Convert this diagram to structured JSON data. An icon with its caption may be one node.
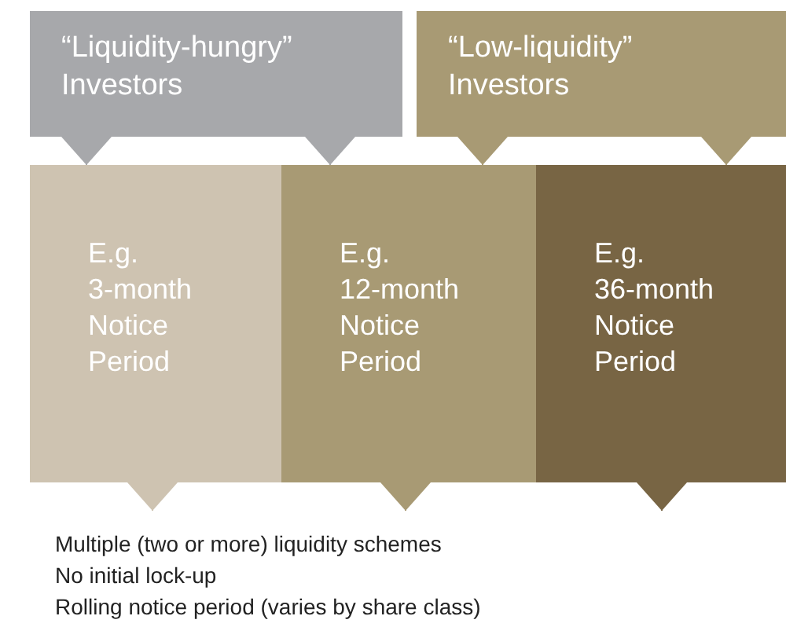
{
  "diagram": {
    "nodes": [
      {
        "text": [
          "“Liquidity-hungry” Investors"
        ]
      },
      {
        "text": [
          "“Low-liquidity” Investors"
        ]
      },
      {
        "text": [
          "E.g. 3-month Notice Period"
        ]
      },
      {
        "text": [
          "E.g. 12-month Notice Period"
        ]
      },
      {
        "text": [
          "E.g. 36-month Notice Period"
        ]
      },
      {
        "text": [
          "Multiple (two or more) liquidity schemes",
          "No initial lock-up",
          "Rolling notice period (varies by share class)"
        ]
      }
    ],
    "edges": [
      {
        "from": 0,
        "to": 2,
        "arrow": "to"
      },
      {
        "from": 0,
        "to": 3,
        "arrow": "to"
      },
      {
        "from": 1,
        "to": 3,
        "arrow": "to"
      },
      {
        "from": 1,
        "to": 4,
        "arrow": "to"
      },
      {
        "from": 2,
        "to": 5,
        "arrow": "to"
      },
      {
        "from": 3,
        "to": 5,
        "arrow": "to"
      },
      {
        "from": 4,
        "to": null,
        "arrow": "to"
      }
    ]
  }
}
